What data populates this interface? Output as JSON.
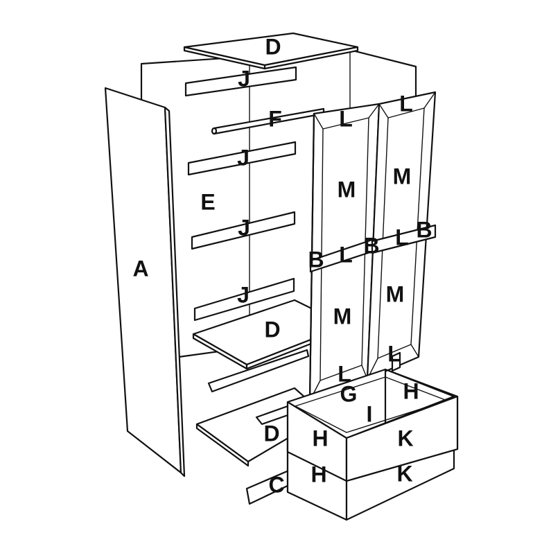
{
  "labels": {
    "D_top": "D",
    "J_1": "J",
    "F": "F",
    "J_2": "J",
    "E": "E",
    "J_3": "J",
    "A": "A",
    "J_4": "J",
    "D_mid": "D",
    "D_low": "D",
    "C": "C",
    "L_door1_top": "L",
    "L_door2_top": "L",
    "M_door1_upper": "M",
    "M_door2_upper": "M",
    "B_door1_left": "B",
    "L_door1_mid": "L",
    "B_door1_right": "B",
    "L_door2_mid": "L",
    "B_door2_right": "B",
    "M_door1_lower": "M",
    "M_door2_lower": "M",
    "L_door1_bottom": "L",
    "L_door2_bottom": "L",
    "G": "G",
    "H_drawer1_back": "H",
    "I": "I",
    "H_drawer1_side": "H",
    "K_drawer1": "K",
    "H_drawer2_side": "H",
    "K_drawer2": "K"
  }
}
